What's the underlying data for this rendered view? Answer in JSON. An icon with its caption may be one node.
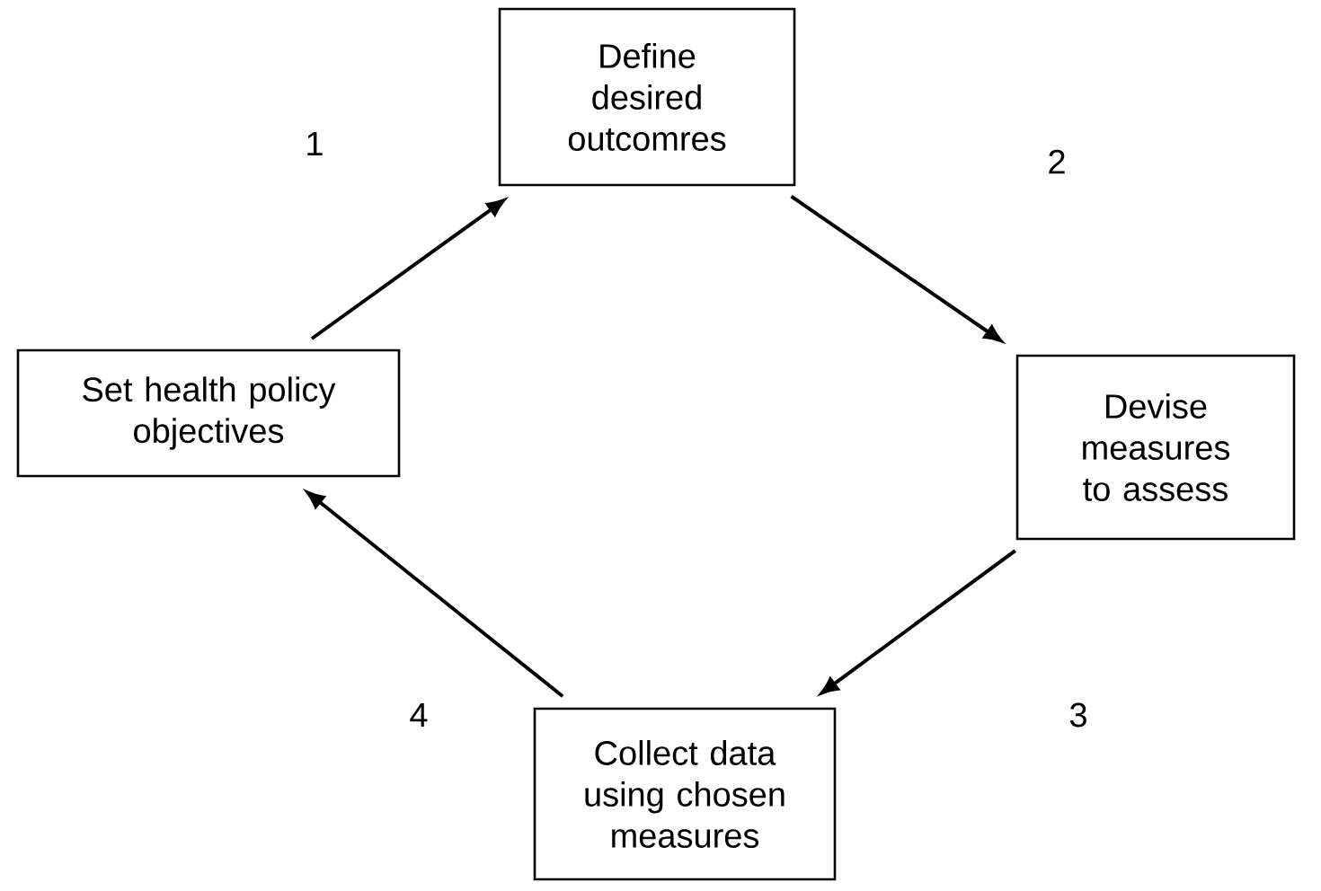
{
  "diagram": {
    "nodes": [
      {
        "text": [
          "Set health policy objectives"
        ]
      },
      {
        "text": [
          "Define desired outcomres"
        ]
      },
      {
        "text": [
          "Devise measures to assess"
        ]
      },
      {
        "text": [
          "Collect data using chosen measures"
        ]
      }
    ],
    "edges": [
      {
        "from": 0,
        "to": 1,
        "arrow": "to",
        "label": "1"
      },
      {
        "from": 1,
        "to": 2,
        "arrow": "to",
        "label": "2"
      },
      {
        "from": 2,
        "to": 3,
        "arrow": "to",
        "label": "3"
      },
      {
        "from": 3,
        "to": 0,
        "arrow": "to",
        "label": "4"
      }
    ]
  }
}
